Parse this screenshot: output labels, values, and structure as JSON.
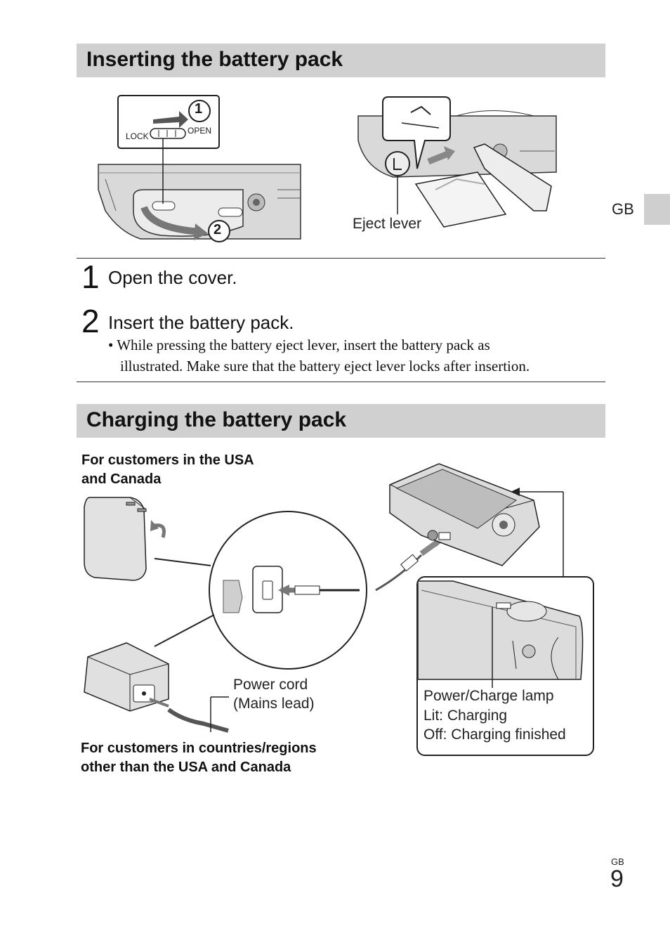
{
  "side_tab": {
    "label": "GB"
  },
  "section1": {
    "title": "Inserting the battery pack",
    "figure": {
      "slider_left": "LOCK",
      "slider_right": "OPEN",
      "marker1": "1",
      "marker2": "2",
      "eject_label": "Eject lever"
    },
    "steps": [
      {
        "number": "1",
        "text": "Open the cover."
      },
      {
        "number": "2",
        "text": "Insert the battery pack.",
        "bullet_line1": "• While pressing the battery eject lever, insert the battery pack as",
        "bullet_line2": "illustrated. Make sure that the battery eject lever locks after insertion."
      }
    ]
  },
  "section2": {
    "title": "Charging the battery pack",
    "usa_line1": "For customers in the USA",
    "usa_line2": "and Canada",
    "cord_line1": "Power cord",
    "cord_line2": "(Mains lead)",
    "other_line1": "For customers in countries/regions",
    "other_line2": "other than the USA and Canada",
    "lamp_line1": "Power/Charge lamp",
    "lamp_line2": "Lit: Charging",
    "lamp_line3": "Off: Charging finished"
  },
  "footer": {
    "gb": "GB",
    "page": "9"
  }
}
